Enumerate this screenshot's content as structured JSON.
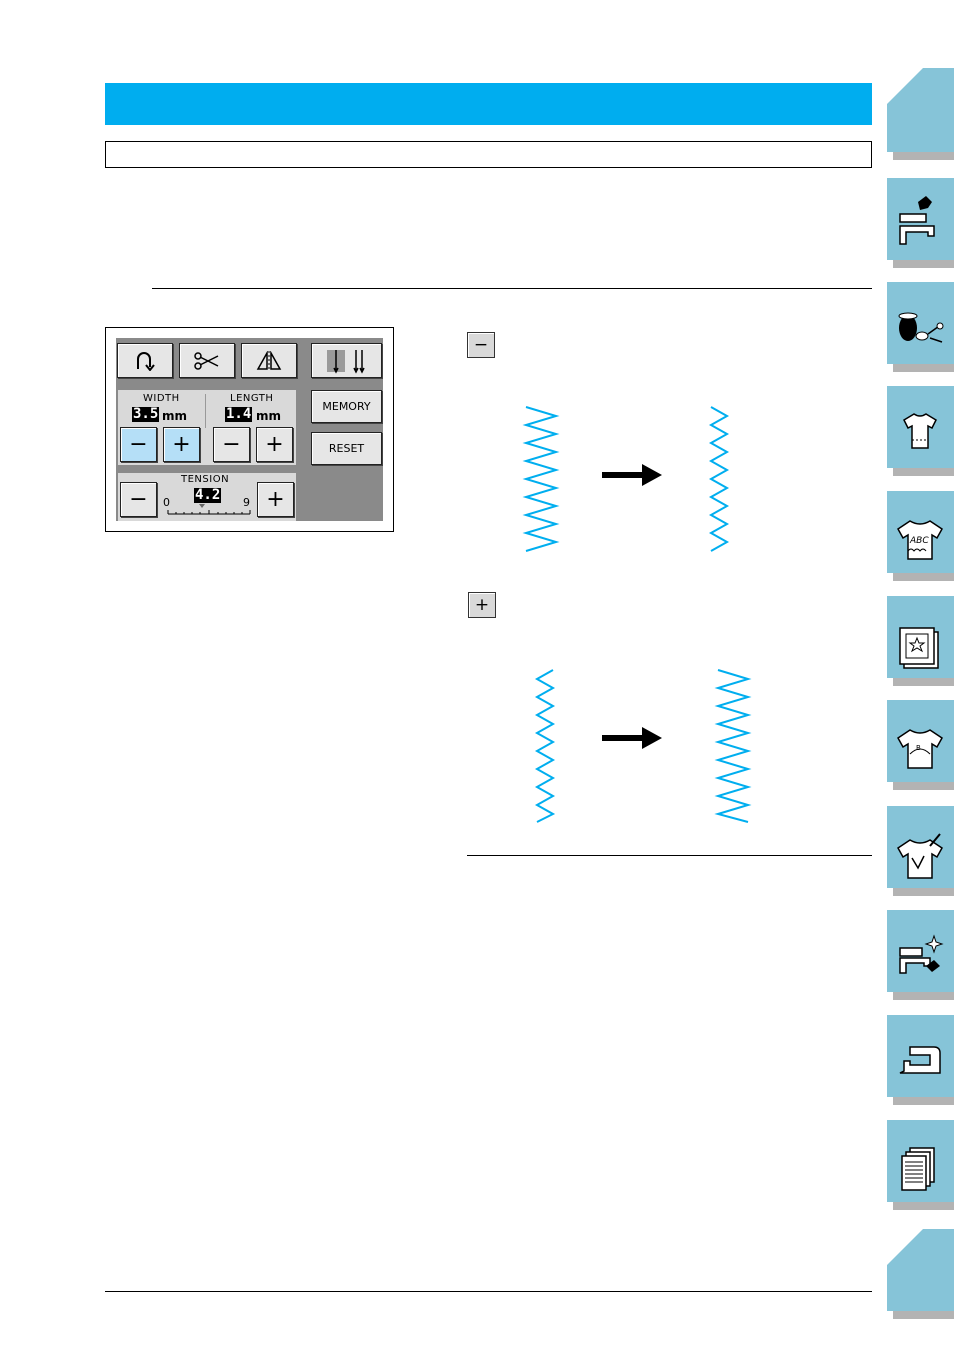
{
  "panel": {
    "width_label": "WIDTH",
    "width_value": "3.5",
    "length_label": "LENGTH",
    "length_value": "1.4",
    "unit": "mm",
    "memory_label": "MEMORY",
    "reset_label": "RESET",
    "tension_label": "TENSION",
    "tension_value": "4.2",
    "tension_min": "0",
    "tension_max": "9",
    "minus_symbol": "−",
    "plus_symbol": "+"
  },
  "diagram": {
    "decrease_button_symbol": "−",
    "increase_button_symbol": "+"
  },
  "colors": {
    "banner": "#00adef",
    "stitch": "#00aeef",
    "tab": "#86c4d8",
    "panel_bg": "#8a8a8a"
  },
  "sidebar": {
    "icons": [
      "sewing-machine-hand-icon",
      "thread-spools-icon",
      "shirt-icon",
      "shirt-abc-icon",
      "embroidery-frame-icon",
      "shirt-design-icon",
      "shirt-edit-icon",
      "machine-care-icon",
      "sewing-machine-icon",
      "documents-icon"
    ]
  }
}
